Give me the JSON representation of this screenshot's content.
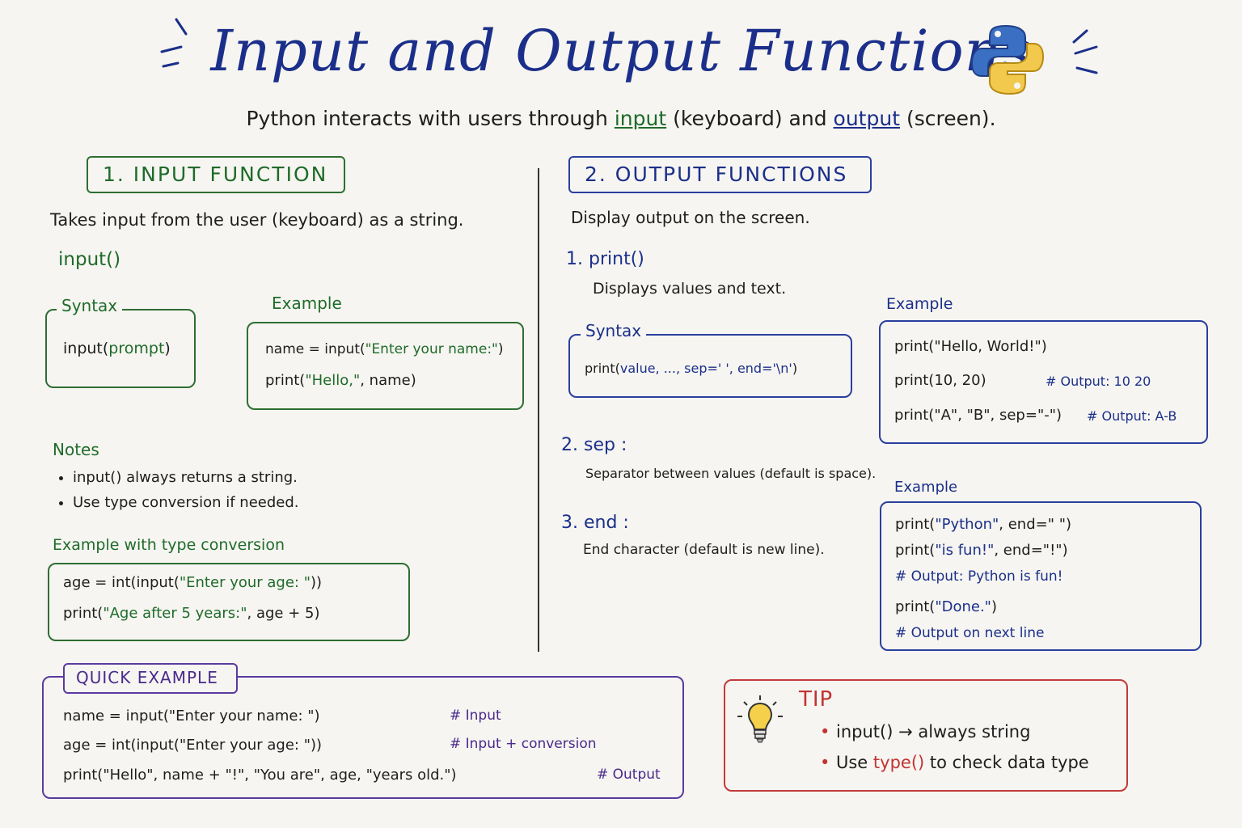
{
  "header": {
    "title": "Input and Output Functions",
    "subtitle_pre": "Python interacts with users through",
    "subtitle_input": "input",
    "subtitle_mid": "(keyboard) and",
    "subtitle_output": "output",
    "subtitle_post": "(screen)."
  },
  "input_section": {
    "heading": "1. INPUT FUNCTION",
    "description": "Takes input from the user (keyboard) as a string.",
    "function_name": "input()",
    "syntax_label": "Syntax",
    "syntax_code_fn": "input(",
    "syntax_code_arg": "prompt",
    "syntax_code_close": ")",
    "example_label": "Example",
    "example_line1_pre": "name = input(",
    "example_line1_str": "\"Enter your name:\"",
    "example_line1_post": ")",
    "example_line2_pre": "print(",
    "example_line2_str": "\"Hello,\"",
    "example_line2_post": ", name)",
    "notes_label": "Notes",
    "notes": [
      "input() always returns a string.",
      "Use type conversion if needed."
    ],
    "conv_label": "Example with type conversion",
    "conv_line1_pre": "age = int(input(",
    "conv_line1_str": "\"Enter your age: \"",
    "conv_line1_post": "))",
    "conv_line2_pre": "print(",
    "conv_line2_str": "\"Age after 5 years:\"",
    "conv_line2_post": ", age + 5)"
  },
  "output_section": {
    "heading": "2. OUTPUT FUNCTIONS",
    "description": "Display output on the screen.",
    "item1_num": "1.",
    "item1_name": "print()",
    "item1_desc": "Displays values and text.",
    "syntax_label": "Syntax",
    "syntax_fn": "print(",
    "syntax_args": "value, ..., sep=' ', end='\\n'",
    "syntax_close": ")",
    "example1_label": "Example",
    "example1_lines": [
      {
        "code": "print(\"Hello, World!\")",
        "comment": ""
      },
      {
        "code": "print(10, 20)",
        "comment": "# Output: 10 20"
      },
      {
        "code": "print(\"A\", \"B\", sep=\"-\")",
        "comment": "# Output: A-B"
      }
    ],
    "item2_num": "2.",
    "item2_name": "sep :",
    "item2_desc": "Separator between values (default is space).",
    "item3_num": "3.",
    "item3_name": "end :",
    "item3_desc": "End character (default is new line).",
    "example2_label": "Example",
    "example2_line1_pre": "print(",
    "example2_line1_str": "\"Python\"",
    "example2_line1_post": ", end=\" \")",
    "example2_line2_pre": "print(",
    "example2_line2_str": "\"is fun!\"",
    "example2_line2_post": ", end=\"!\")",
    "example2_line3": "# Output: Python is fun!",
    "example2_line4_pre": "print(",
    "example2_line4_str": "\"Done.\"",
    "example2_line4_post": ")",
    "example2_line5": "# Output on next line"
  },
  "quick_example": {
    "label": "QUICK EXAMPLE",
    "lines": [
      {
        "code": "name = input(\"Enter your name: \")",
        "comment": "# Input"
      },
      {
        "code": "age = int(input(\"Enter your age: \"))",
        "comment": "# Input + conversion"
      },
      {
        "code": "print(\"Hello\", name + \"!\", \"You are\", age, \"years old.\")",
        "comment": "# Output"
      }
    ]
  },
  "tip": {
    "label": "TIP",
    "item1": "input() → always string",
    "item2_pre": "Use",
    "item2_fn": "type()",
    "item2_post": "to check data type"
  },
  "colors": {
    "navy": "#1b2f8a",
    "green": "#1f6b2a",
    "purple": "#4a2a8c",
    "red": "#c23333",
    "background": "#f6f5f1"
  },
  "icons": [
    "python-logo-icon",
    "lightbulb-icon"
  ]
}
